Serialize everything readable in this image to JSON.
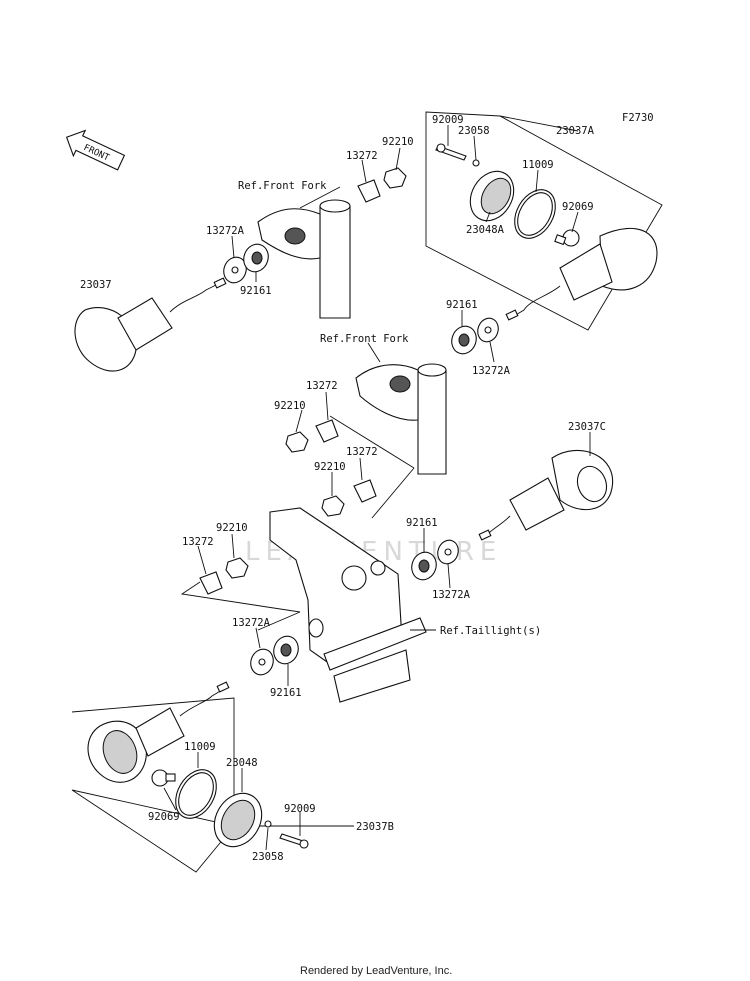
{
  "figure_code": "F2730",
  "front_indicator": "FRONT",
  "watermark": "LEADVENTURE",
  "footer": "Rendered by LeadVenture, Inc.",
  "callouts": {
    "c_92009_top": "92009",
    "c_23058_top": "23058",
    "c_23037A": "23037A",
    "c_11009_top": "11009",
    "c_92069_top": "92069",
    "c_23048A": "23048A",
    "c_92210_a": "92210",
    "c_13272_a": "13272",
    "c_ref_fork_1": "Ref.Front Fork",
    "c_13272A_a": "13272A",
    "c_23037": "23037",
    "c_92161_a": "92161",
    "c_92161_b": "92161",
    "c_13272A_b": "13272A",
    "c_ref_fork_2": "Ref.Front Fork",
    "c_13272_b": "13272",
    "c_92210_b": "92210",
    "c_13272_c": "13272",
    "c_92210_c": "92210",
    "c_23037C": "23037C",
    "c_92210_d": "92210",
    "c_13272_d": "13272",
    "c_92161_c": "92161",
    "c_13272A_c": "13272A",
    "c_13272A_d": "13272A",
    "c_ref_taillight": "Ref.Taillight(s)",
    "c_92161_d": "92161",
    "c_11009_bot": "11009",
    "c_23048": "23048",
    "c_92069_bot": "92069",
    "c_92009_bot": "92009",
    "c_23037B": "23037B",
    "c_23058_bot": "23058"
  }
}
